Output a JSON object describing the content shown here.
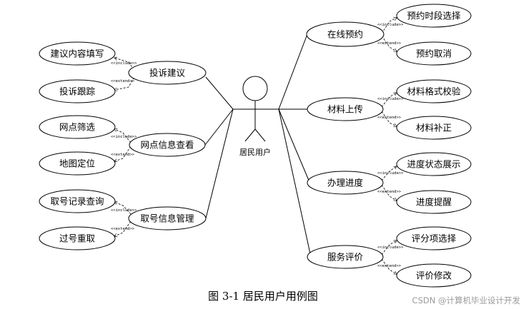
{
  "actor": {
    "name": "居民用户"
  },
  "left_groups": [
    {
      "main": "投诉建议",
      "include": "建议内容填写",
      "extend": "投诉跟踪"
    },
    {
      "main": "网点信息查看",
      "include": "网点筛选",
      "extend": "地图定位"
    },
    {
      "main": "取号信息管理",
      "include": "取号记录查询",
      "extend": "过号重取"
    }
  ],
  "right_groups": [
    {
      "main": "在线预约",
      "include": "预约时段选择",
      "extend": "预约取消"
    },
    {
      "main": "材料上传",
      "include": "材料格式校验",
      "extend": "材料补正"
    },
    {
      "main": "办理进度",
      "include": "进度状态展示",
      "extend": "进度提醒"
    },
    {
      "main": "服务评价",
      "include": "评分项选择",
      "extend": "评价修改"
    }
  ],
  "stereotypes": {
    "include": "<<include>>",
    "extend": "<<extend>>"
  },
  "caption": "图 3-1 居民用户用例图",
  "watermark": "CSDN @计算机毕业设计开发"
}
